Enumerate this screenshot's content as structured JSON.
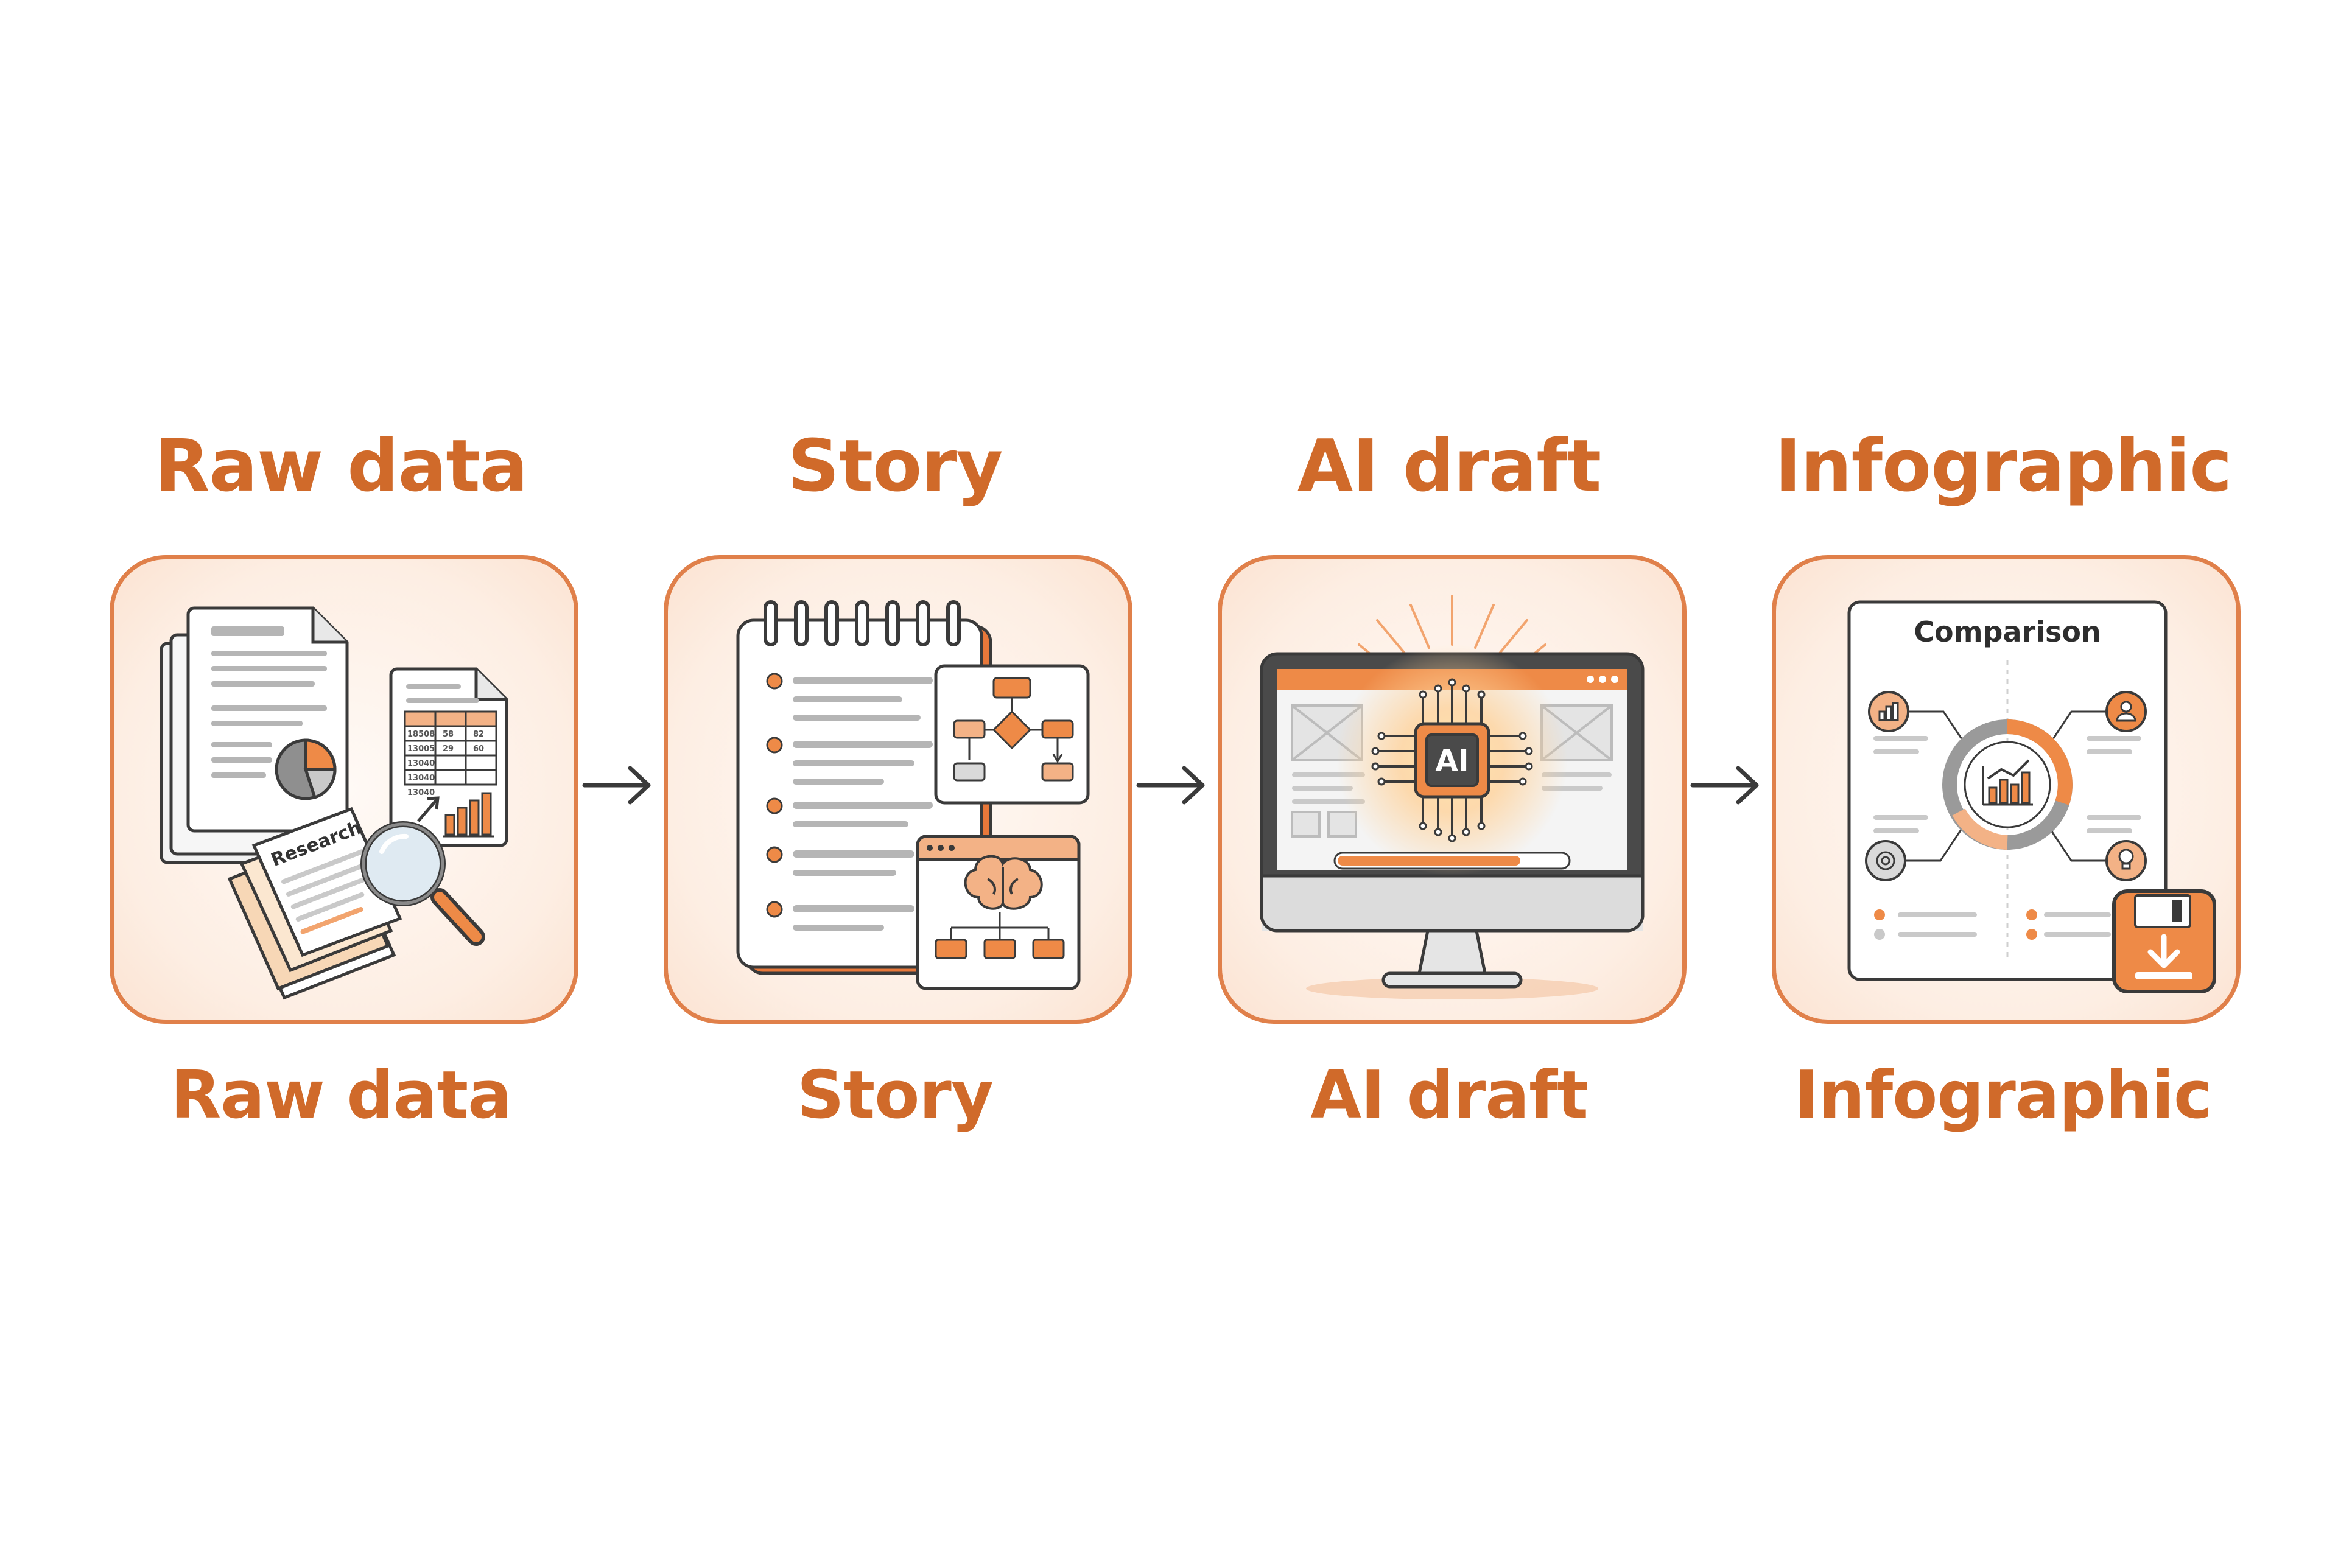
{
  "steps": [
    {
      "title": "Raw data",
      "caption": "Raw data",
      "icon": "raw-data-documents-icon",
      "research_label": "Research",
      "table_cells": [
        "18508",
        "58",
        "82",
        "13005",
        "29",
        "60",
        "13040",
        "13040",
        "13040"
      ]
    },
    {
      "title": "Story",
      "caption": "Story",
      "icon": "storyboard-notebook-icon"
    },
    {
      "title": "AI draft",
      "caption": "AI draft",
      "icon": "ai-chip-monitor-icon",
      "chip_label": "AI"
    },
    {
      "title": "Infographic",
      "caption": "Infographic",
      "icon": "infographic-document-icon",
      "doc_title": "Comparison"
    }
  ],
  "colors": {
    "accent": "#d06a2a",
    "accent_light": "#f2a46e",
    "card_border": "#e0804a",
    "card_fill": "#fdeee3",
    "line": "#3a3a3a",
    "gray": "#9a9a9a"
  },
  "connector_icon": "right-arrow-icon"
}
